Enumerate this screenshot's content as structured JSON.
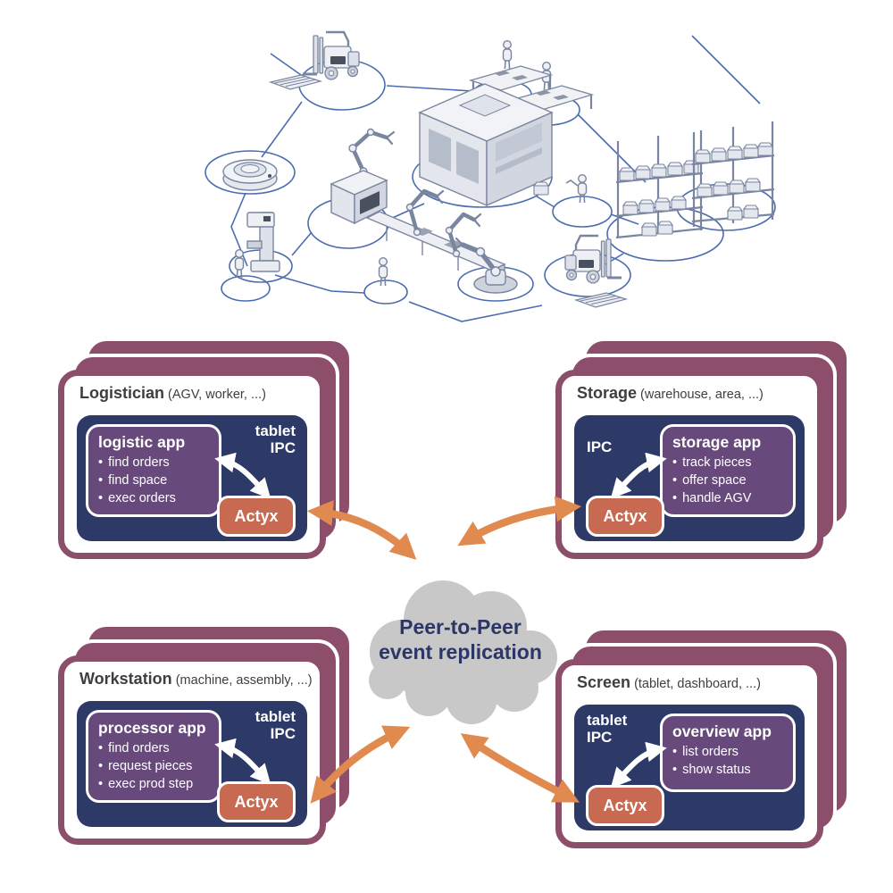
{
  "palette": {
    "maroon": "#8d4e6c",
    "navy": "#2d3a68",
    "purple": "#67497c",
    "actyx_orange": "#c86a52",
    "arrow_orange": "#e18a50",
    "cloud_gray": "#c8c8c8",
    "network_blue": "#4c6cb0"
  },
  "illustration": {
    "icons": [
      "forklift-icon",
      "pallet-icon",
      "agv-robot-icon",
      "work-table-icon",
      "worker-icon",
      "machine-icon",
      "conveyor-line-icon",
      "robot-arm-icon",
      "drill-machine-icon",
      "storage-rack-icon",
      "crate-icon",
      "network-zone-ellipse",
      "network-line"
    ]
  },
  "cloud": {
    "line1": "Peer-to-Peer",
    "line2": "event replication"
  },
  "cards": [
    {
      "id": "logistician",
      "title": "Logistician",
      "subtitle": " (AGV, worker, ...)",
      "device": [
        "tablet",
        "IPC"
      ],
      "app": {
        "name": "logistic app",
        "bullets": [
          "find orders",
          "find space",
          "exec orders"
        ]
      },
      "runtime": "Actyx"
    },
    {
      "id": "storage",
      "title": "Storage",
      "subtitle": " (warehouse, area, ...)",
      "device": [
        "IPC"
      ],
      "app": {
        "name": "storage app",
        "bullets": [
          "track pieces",
          "offer space",
          "handle AGV"
        ]
      },
      "runtime": "Actyx"
    },
    {
      "id": "workstation",
      "title": "Workstation",
      "subtitle": " (machine, assembly, ...)",
      "device": [
        "tablet",
        "IPC"
      ],
      "app": {
        "name": "processor app",
        "bullets": [
          "find orders",
          "request pieces",
          "exec prod step"
        ]
      },
      "runtime": "Actyx"
    },
    {
      "id": "screen",
      "title": "Screen",
      "subtitle": " (tablet, dashboard, ...)",
      "device": [
        "tablet",
        "IPC"
      ],
      "app": {
        "name": "overview app",
        "bullets": [
          "list orders",
          "show status"
        ]
      },
      "runtime": "Actyx"
    }
  ]
}
